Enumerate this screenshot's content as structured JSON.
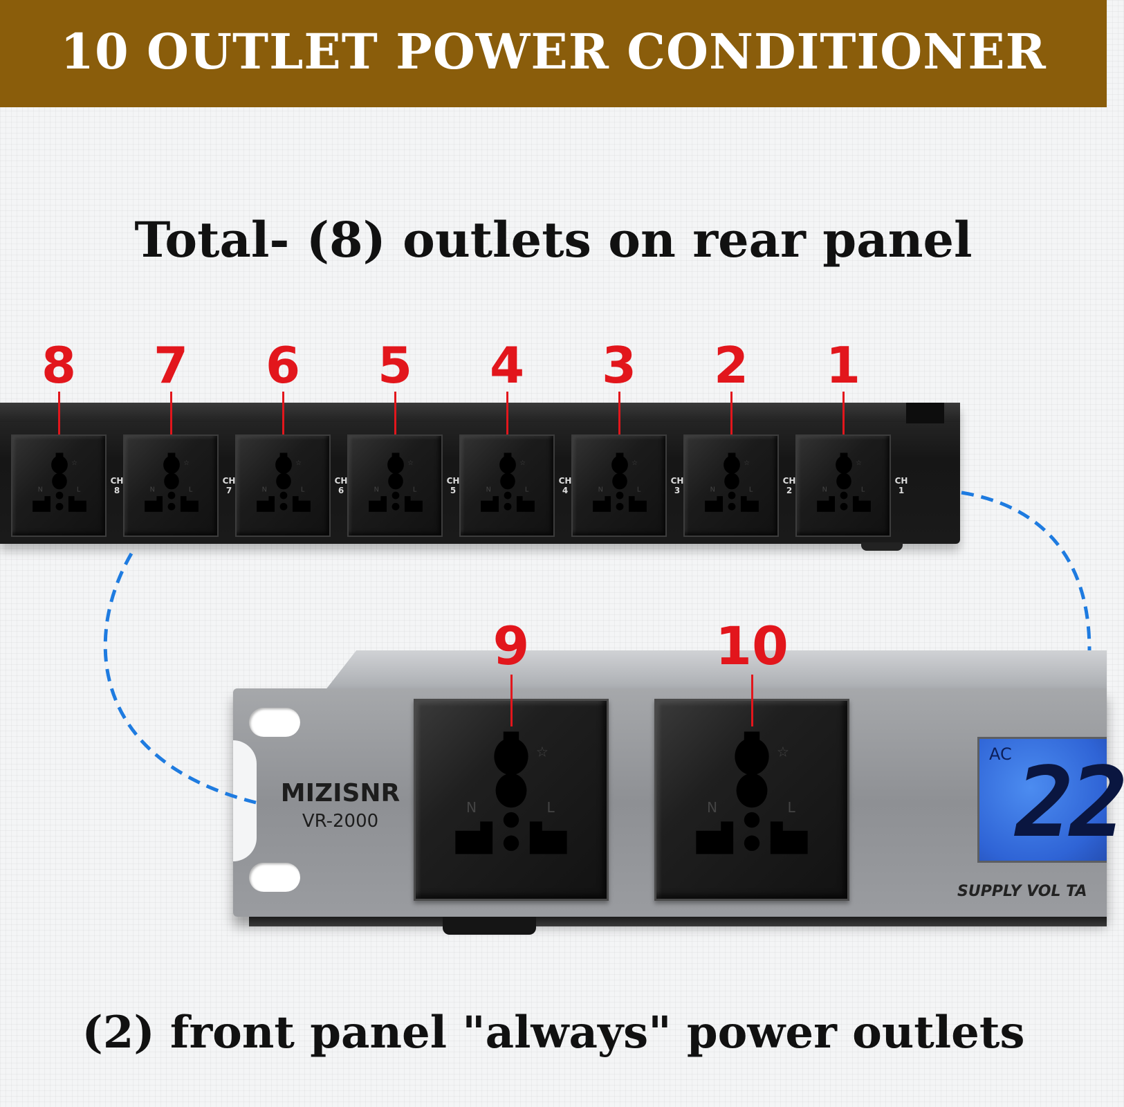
{
  "banner": {
    "title": "10 OUTLET POWER CONDITIONER"
  },
  "headings": {
    "rear": "Total- (8) outlets on rear panel",
    "front": "(2) front panel \"always\" power outlets"
  },
  "rear_outlets": [
    {
      "number": "8",
      "ch_label": "CH\n8"
    },
    {
      "number": "7",
      "ch_label": "CH\n7"
    },
    {
      "number": "6",
      "ch_label": "CH\n6"
    },
    {
      "number": "5",
      "ch_label": "CH\n5"
    },
    {
      "number": "4",
      "ch_label": "CH\n4"
    },
    {
      "number": "3",
      "ch_label": "CH\n3"
    },
    {
      "number": "2",
      "ch_label": "CH\n2"
    },
    {
      "number": "1",
      "ch_label": "CH\n1"
    }
  ],
  "front_outlets": [
    {
      "number": "9"
    },
    {
      "number": "10"
    }
  ],
  "device": {
    "brand": "MIZISNR",
    "model": "VR-2000"
  },
  "display": {
    "unit_label": "AC",
    "reading": "22",
    "caption": "SUPPLY VOL TA"
  },
  "colors": {
    "banner_bg": "#8a5d0b",
    "number_red": "#e2161c",
    "connector_blue": "#1e7be0",
    "lcd_blue": "#3a72e4"
  },
  "icons": {
    "outlet": "universal-socket-icon",
    "connector": "dashed-link-line"
  }
}
